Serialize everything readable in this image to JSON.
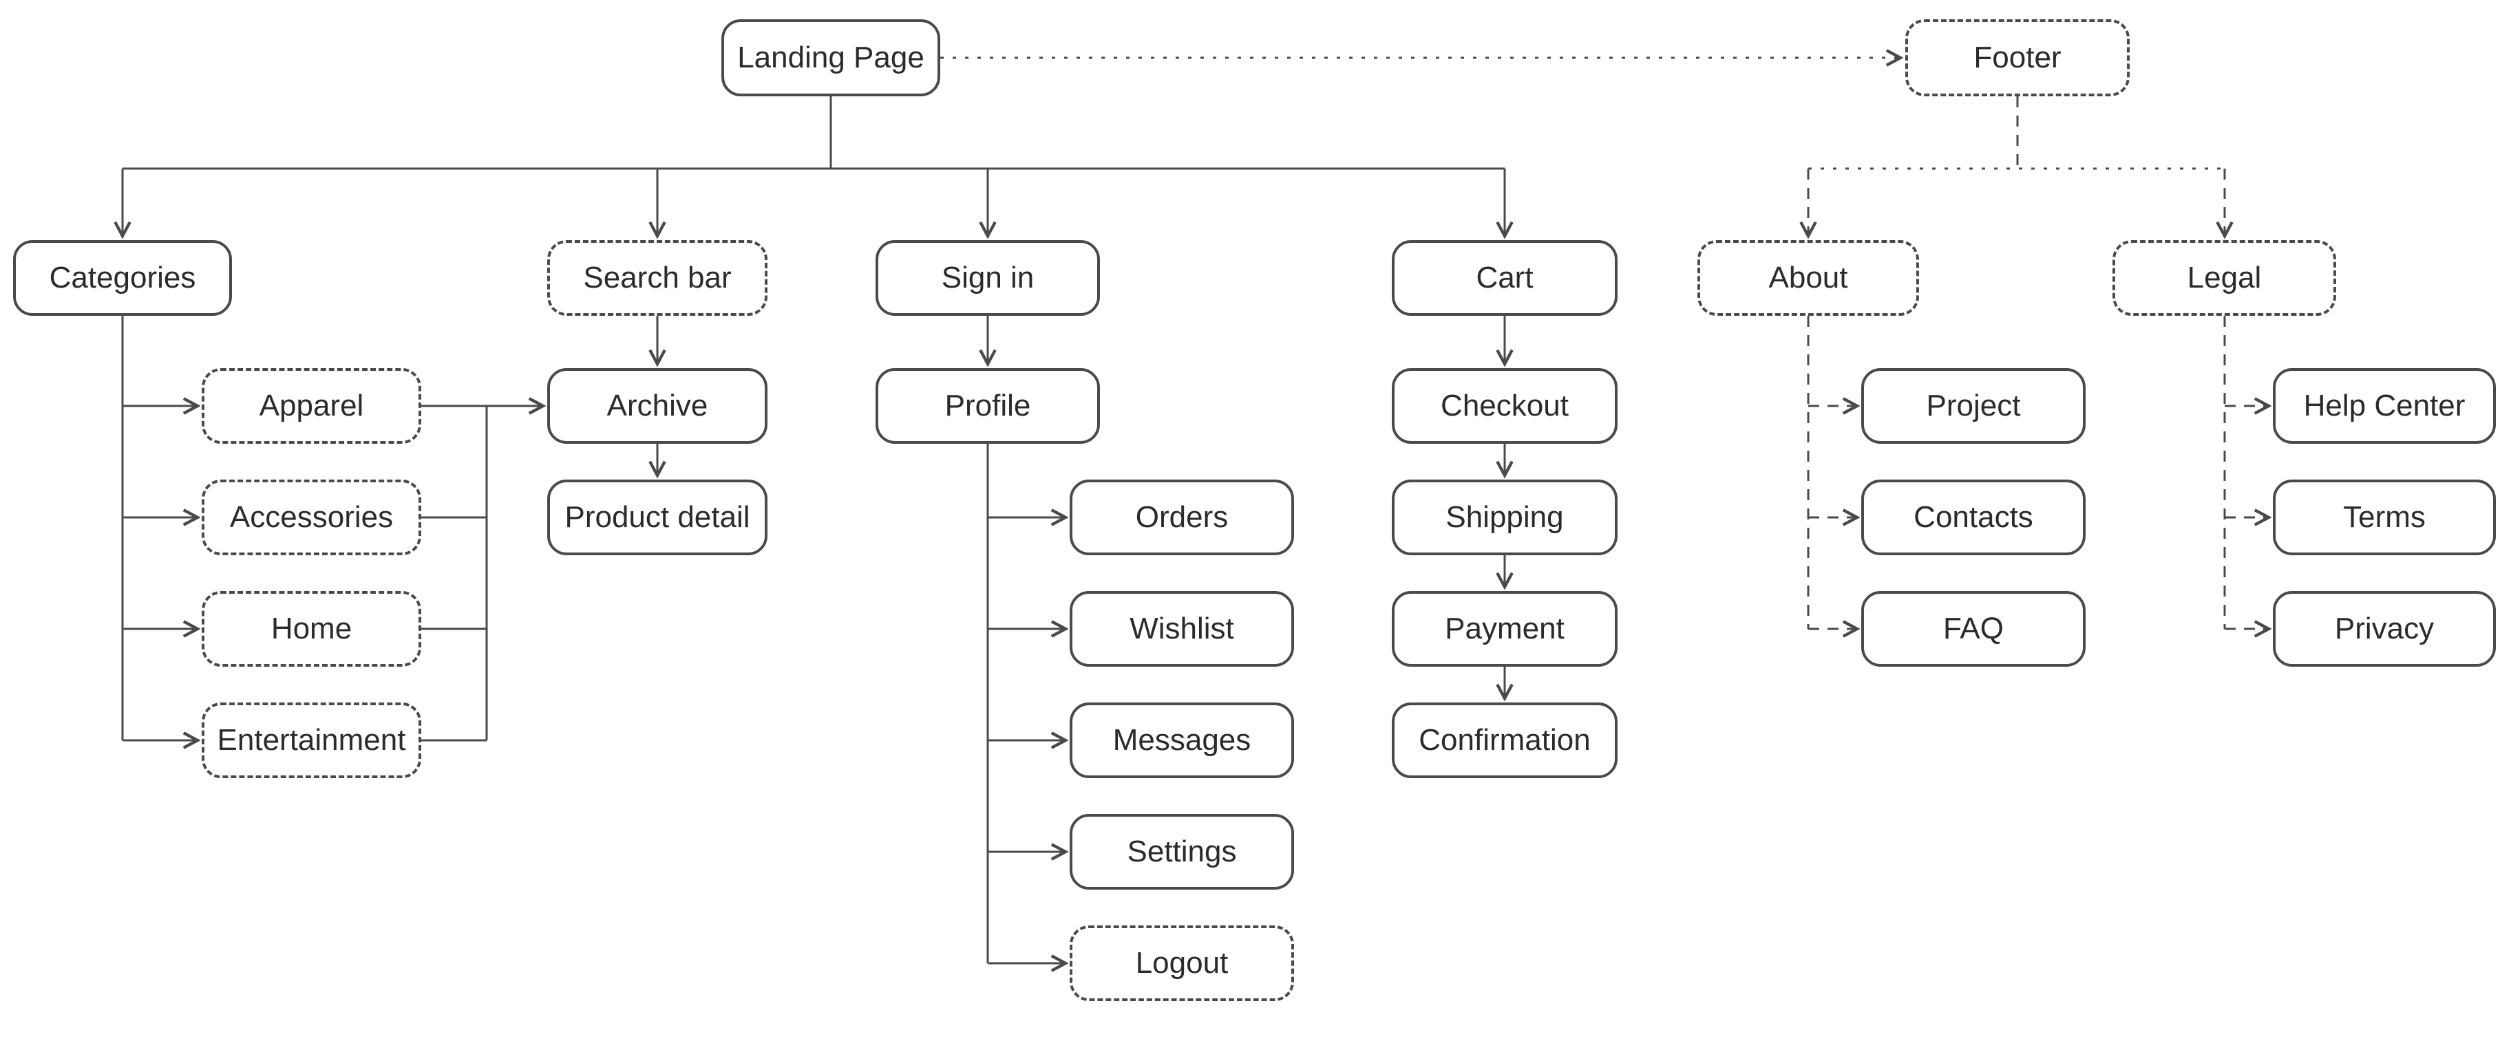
{
  "colors": {
    "background": "#ffffff",
    "node_fill": "#ffffff",
    "node_border": "#4a4a4a",
    "connector": "#4a4a4a",
    "text": "#2b2b2b"
  },
  "nodes": {
    "landing_page": {
      "label": "Landing Page",
      "border": "solid"
    },
    "footer": {
      "label": "Footer",
      "border": "dashed"
    },
    "categories": {
      "label": "Categories",
      "border": "solid"
    },
    "search_bar": {
      "label": "Search bar",
      "border": "dashed"
    },
    "sign_in": {
      "label": "Sign in",
      "border": "solid"
    },
    "cart": {
      "label": "Cart",
      "border": "solid"
    },
    "about": {
      "label": "About",
      "border": "dashed"
    },
    "legal": {
      "label": "Legal",
      "border": "dashed"
    },
    "apparel": {
      "label": "Apparel",
      "border": "dashed"
    },
    "accessories": {
      "label": "Accessories",
      "border": "dashed"
    },
    "home": {
      "label": "Home",
      "border": "dashed"
    },
    "entertainment": {
      "label": "Entertainment",
      "border": "dashed"
    },
    "archive": {
      "label": "Archive",
      "border": "solid"
    },
    "product_detail": {
      "label": "Product detail",
      "border": "solid"
    },
    "profile": {
      "label": "Profile",
      "border": "solid"
    },
    "orders": {
      "label": "Orders",
      "border": "solid"
    },
    "wishlist": {
      "label": "Wishlist",
      "border": "solid"
    },
    "messages": {
      "label": "Messages",
      "border": "solid"
    },
    "settings": {
      "label": "Settings",
      "border": "solid"
    },
    "logout": {
      "label": "Logout",
      "border": "dashed"
    },
    "checkout": {
      "label": "Checkout",
      "border": "solid"
    },
    "shipping": {
      "label": "Shipping",
      "border": "solid"
    },
    "payment": {
      "label": "Payment",
      "border": "solid"
    },
    "confirmation": {
      "label": "Confirmation",
      "border": "solid"
    },
    "project": {
      "label": "Project",
      "border": "solid"
    },
    "contacts": {
      "label": "Contacts",
      "border": "solid"
    },
    "faq": {
      "label": "FAQ",
      "border": "solid"
    },
    "help_center": {
      "label": "Help Center",
      "border": "solid"
    },
    "terms": {
      "label": "Terms",
      "border": "solid"
    },
    "privacy": {
      "label": "Privacy",
      "border": "solid"
    }
  },
  "edges": [
    {
      "from": "landing_page",
      "to": "categories",
      "style": "solid"
    },
    {
      "from": "landing_page",
      "to": "search_bar",
      "style": "solid"
    },
    {
      "from": "landing_page",
      "to": "sign_in",
      "style": "solid"
    },
    {
      "from": "landing_page",
      "to": "cart",
      "style": "solid"
    },
    {
      "from": "landing_page",
      "to": "footer",
      "style": "dotted"
    },
    {
      "from": "categories",
      "to": "apparel",
      "style": "solid"
    },
    {
      "from": "categories",
      "to": "accessories",
      "style": "solid"
    },
    {
      "from": "categories",
      "to": "home",
      "style": "solid"
    },
    {
      "from": "categories",
      "to": "entertainment",
      "style": "solid"
    },
    {
      "from": "apparel",
      "to": "archive",
      "style": "solid"
    },
    {
      "from": "accessories",
      "to": "archive",
      "style": "solid"
    },
    {
      "from": "home",
      "to": "archive",
      "style": "solid"
    },
    {
      "from": "entertainment",
      "to": "archive",
      "style": "solid"
    },
    {
      "from": "search_bar",
      "to": "archive",
      "style": "solid"
    },
    {
      "from": "archive",
      "to": "product_detail",
      "style": "solid"
    },
    {
      "from": "sign_in",
      "to": "profile",
      "style": "solid"
    },
    {
      "from": "profile",
      "to": "orders",
      "style": "solid"
    },
    {
      "from": "profile",
      "to": "wishlist",
      "style": "solid"
    },
    {
      "from": "profile",
      "to": "messages",
      "style": "solid"
    },
    {
      "from": "profile",
      "to": "settings",
      "style": "solid"
    },
    {
      "from": "profile",
      "to": "logout",
      "style": "solid"
    },
    {
      "from": "cart",
      "to": "checkout",
      "style": "solid"
    },
    {
      "from": "checkout",
      "to": "shipping",
      "style": "solid"
    },
    {
      "from": "shipping",
      "to": "payment",
      "style": "solid"
    },
    {
      "from": "payment",
      "to": "confirmation",
      "style": "solid"
    },
    {
      "from": "footer",
      "to": "about",
      "style": "dashed"
    },
    {
      "from": "footer",
      "to": "legal",
      "style": "dashed"
    },
    {
      "from": "about",
      "to": "project",
      "style": "dashed"
    },
    {
      "from": "about",
      "to": "contacts",
      "style": "dashed"
    },
    {
      "from": "about",
      "to": "faq",
      "style": "dashed"
    },
    {
      "from": "legal",
      "to": "help_center",
      "style": "dashed"
    },
    {
      "from": "legal",
      "to": "terms",
      "style": "dashed"
    },
    {
      "from": "legal",
      "to": "privacy",
      "style": "dashed"
    }
  ]
}
